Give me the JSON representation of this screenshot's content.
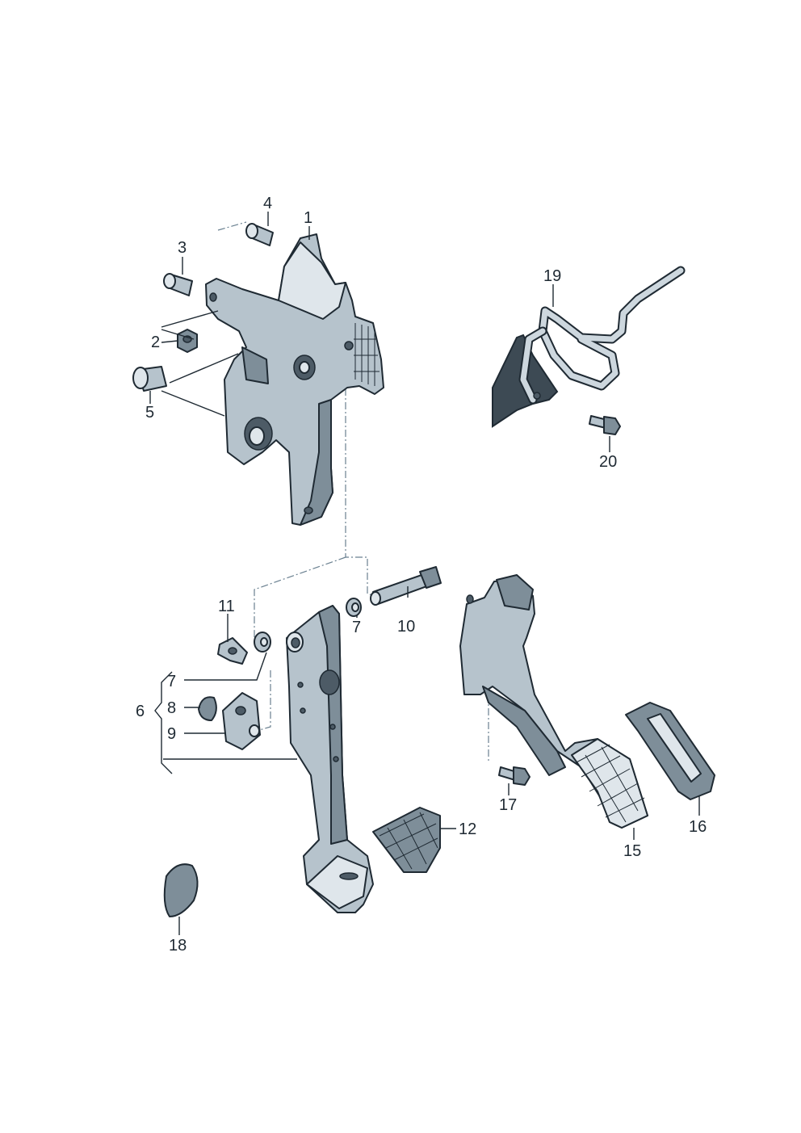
{
  "callouts": [
    {
      "id": "1",
      "text": "1"
    },
    {
      "id": "2",
      "text": "2"
    },
    {
      "id": "3",
      "text": "3"
    },
    {
      "id": "4",
      "text": "4"
    },
    {
      "id": "5",
      "text": "5"
    },
    {
      "id": "6",
      "text": "6"
    },
    {
      "id": "7a",
      "text": "7"
    },
    {
      "id": "7b",
      "text": "7"
    },
    {
      "id": "8",
      "text": "8"
    },
    {
      "id": "9",
      "text": "9"
    },
    {
      "id": "10",
      "text": "10"
    },
    {
      "id": "11",
      "text": "11"
    },
    {
      "id": "12",
      "text": "12"
    },
    {
      "id": "15",
      "text": "15"
    },
    {
      "id": "16",
      "text": "16"
    },
    {
      "id": "17",
      "text": "17"
    },
    {
      "id": "18",
      "text": "18"
    },
    {
      "id": "19",
      "text": "19"
    },
    {
      "id": "20",
      "text": "20"
    }
  ]
}
